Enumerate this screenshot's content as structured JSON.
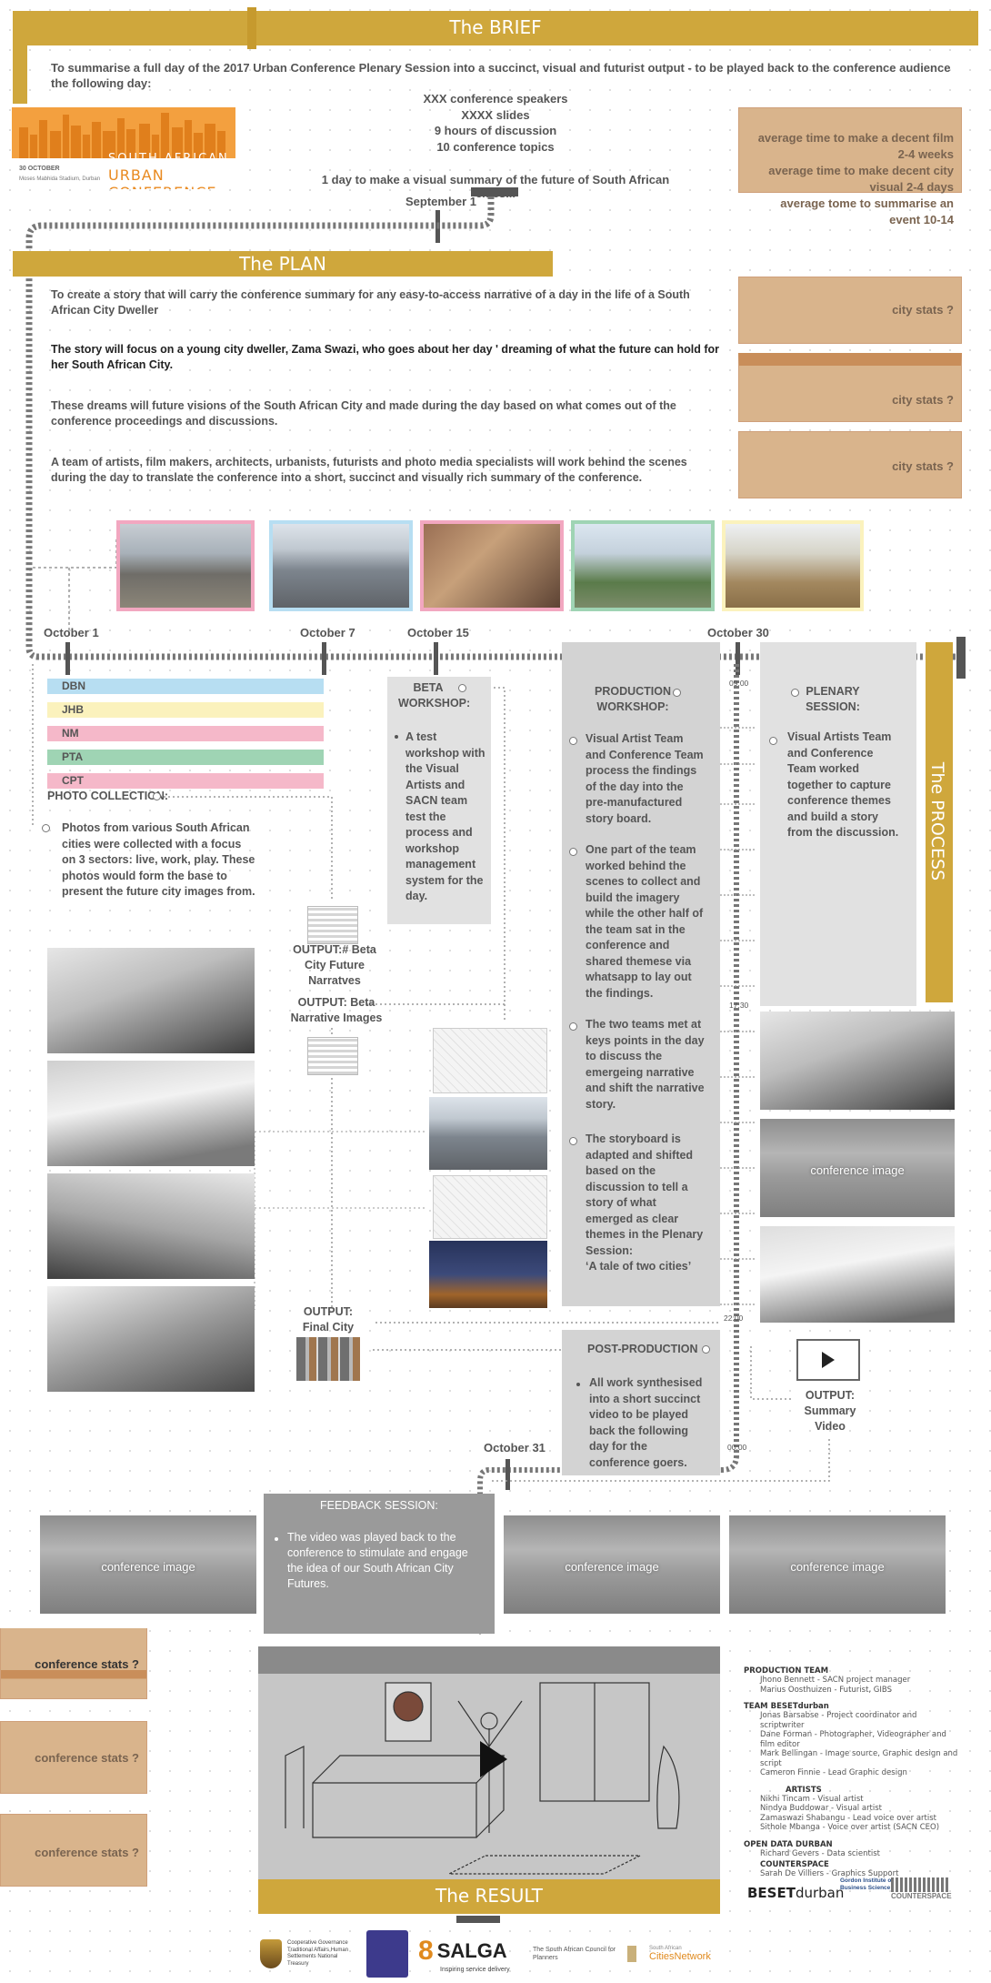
{
  "brief": {
    "title": "The BRIEF",
    "intro": "To summarise a full day of the 2017 Urban Conference Plenary Session into a succinct, visual and futurist output - to be played back to the conference audience the following day:",
    "stats": [
      "XXX conference speakers",
      "XXXX slides",
      "9 hours of discussion",
      "10 conference topics"
    ],
    "visual_summary": "1 day to make a visual summary of the future of South African cities...",
    "start_date": "September 1",
    "averages": "average time to make a decent film 2-4 weeks\naverage time to make decent city visual 2-4 days\naverage tome to summarise an event 10-14",
    "logo": {
      "line1": "SOUTH AFRICAN",
      "line2": "URBAN CONFERENCE",
      "date": "30 OCTOBER",
      "venue": "Moses Mabhida Stadium, Durban"
    }
  },
  "plan": {
    "title": "The PLAN",
    "points": [
      "To create a story that will carry the conference summary for any easy-to-access narrative of a day in the life of a South African City Dweller",
      "The story will focus on a young city dweller, Zama Swazi, who goes about her day ' dreaming of what the future can hold for her South African City.",
      "These dreams will future visions of the South African City and made during the day based on what comes out of the conference proceedings and discussions.",
      "A team of artists, film makers, architects, urbanists, futurists and photo media specialists will work behind the scenes during the day to translate the conference into a short, succinct and visually rich summary of the conference."
    ],
    "stat_boxes": [
      "city stats ?",
      "city stats ?",
      "city stats ?"
    ]
  },
  "timeline": {
    "dates": [
      "October 1",
      "October 7",
      "October 15",
      "October 30"
    ],
    "end_date": "October 31",
    "times": [
      "09:00",
      "17:30",
      "22:00",
      "00:00"
    ]
  },
  "cities": [
    "DBN",
    "JHB",
    "NM",
    "PTA",
    "CPT"
  ],
  "city_colors": [
    "#b7def2",
    "#fbf2bd",
    "#f5b8c9",
    "#9fd4b4",
    "#f5b8c9"
  ],
  "photo_collection": {
    "title": "PHOTO COLLECTION:",
    "text": "Photos from various South African cities were collected with a focus on 3 sectors: live, work, play.  These photos would form the base to present the future city images from."
  },
  "beta": {
    "title": "BETA WORKSHOP:",
    "text": "A test workshop with the Visual Artists and SACN team test the process and workshop management system for the day."
  },
  "outputs": {
    "beta_future": "OUTPUT:# Beta City Future Narratves",
    "beta_images": "OUTPUT: Beta  Narrative Images",
    "final_city": "OUTPUT: Final City",
    "summary_video": "OUTPUT: Summary Video"
  },
  "production": {
    "title": "PRODUCTION WORKSHOP:",
    "points": [
      "Visual Artist Team and Conference Team process the findings of the day into the pre-manufactured story board.",
      "One part of the team worked behind the scenes to collect and build the imagery while the other half of the team sat in the conference and shared themese via whatsapp to lay out the findings.",
      "The two teams met at keys points in the day to discuss the emergeing narrative and shift the narrative story.",
      "The storyboard is adapted and shifted based on the discussion to tell a story of what emerged  as clear themes in the Plenary Session:\n ‘A  tale of two cities’"
    ]
  },
  "plenary": {
    "title": "PLENARY SESSION:",
    "text": "Visual Artists Team and Conference Team worked together to capture conference themes and build a story from the discussion."
  },
  "process_title": "The PROCESS",
  "conference_image": "conference image",
  "post_production": {
    "title": "POST-PRODUCTION",
    "text": "All work synthesised into a short succinct video to be played back the following day for the conference goers."
  },
  "feedback": {
    "title": "FEEDBACK SESSION:",
    "text": "The video was played back to the conference to stimulate and engage the idea of our South African City Futures."
  },
  "conference_stats": [
    "conference stats ?",
    "conference stats ?",
    "conference stats ?"
  ],
  "result_title": "The RESULT",
  "credits": [
    {
      "heading": "PRODUCTION TEAM",
      "lines": [
        "Jhono Bennett - SACN project manager",
        "Marius Oosthuizen - Futurist, GIBS"
      ]
    },
    {
      "heading": "TEAM BESETdurban",
      "lines": [
        "Jonas Barsabse - Project coordinator and scriptwriter",
        "Dane Forman - Photographer, Videographer and film editor",
        "Mark Bellingan - Image source, Graphic design and script",
        "Cameron Finnie - Lead Graphic design"
      ]
    },
    {
      "heading": "ARTISTS",
      "lines": [
        "Nikhi Tincam - Visual artist",
        "Nindya Buddowar - Visual artist",
        "Zamaswazi Shabangu - Lead voice over artist",
        "Sithole Mbanga - Voice over artist (SACN CEO)"
      ]
    },
    {
      "heading": "OPEN DATA DURBAN",
      "lines": [
        "Richard Gevers - Data scientist"
      ]
    },
    {
      "heading": "COUNTERSPACE",
      "lines": [
        "Sarah De Villiers - Graphics Support"
      ]
    }
  ],
  "partner_logos": {
    "beset_a": "BESET",
    "beset_b": "durban",
    "gordon": "Gordon Institute of Business Science",
    "counterspace": "COUNTERSPACE"
  },
  "footer_logos": {
    "cogta": "Cooperative Governance Traditional Affairs Human Settlements National Treasury",
    "salga_num": "8",
    "salga": "SALGA",
    "salga_tag": "Inspiring service delivery",
    "sacplan": "The South African Council for Planners",
    "sacn_pre": "South African",
    "sacn": "CitiesNetwork"
  },
  "colors": {
    "gold": "#cfa73c",
    "tan": "#d9b48c",
    "orange": "#f3a03f",
    "grey_column": "#e1e1e1"
  }
}
